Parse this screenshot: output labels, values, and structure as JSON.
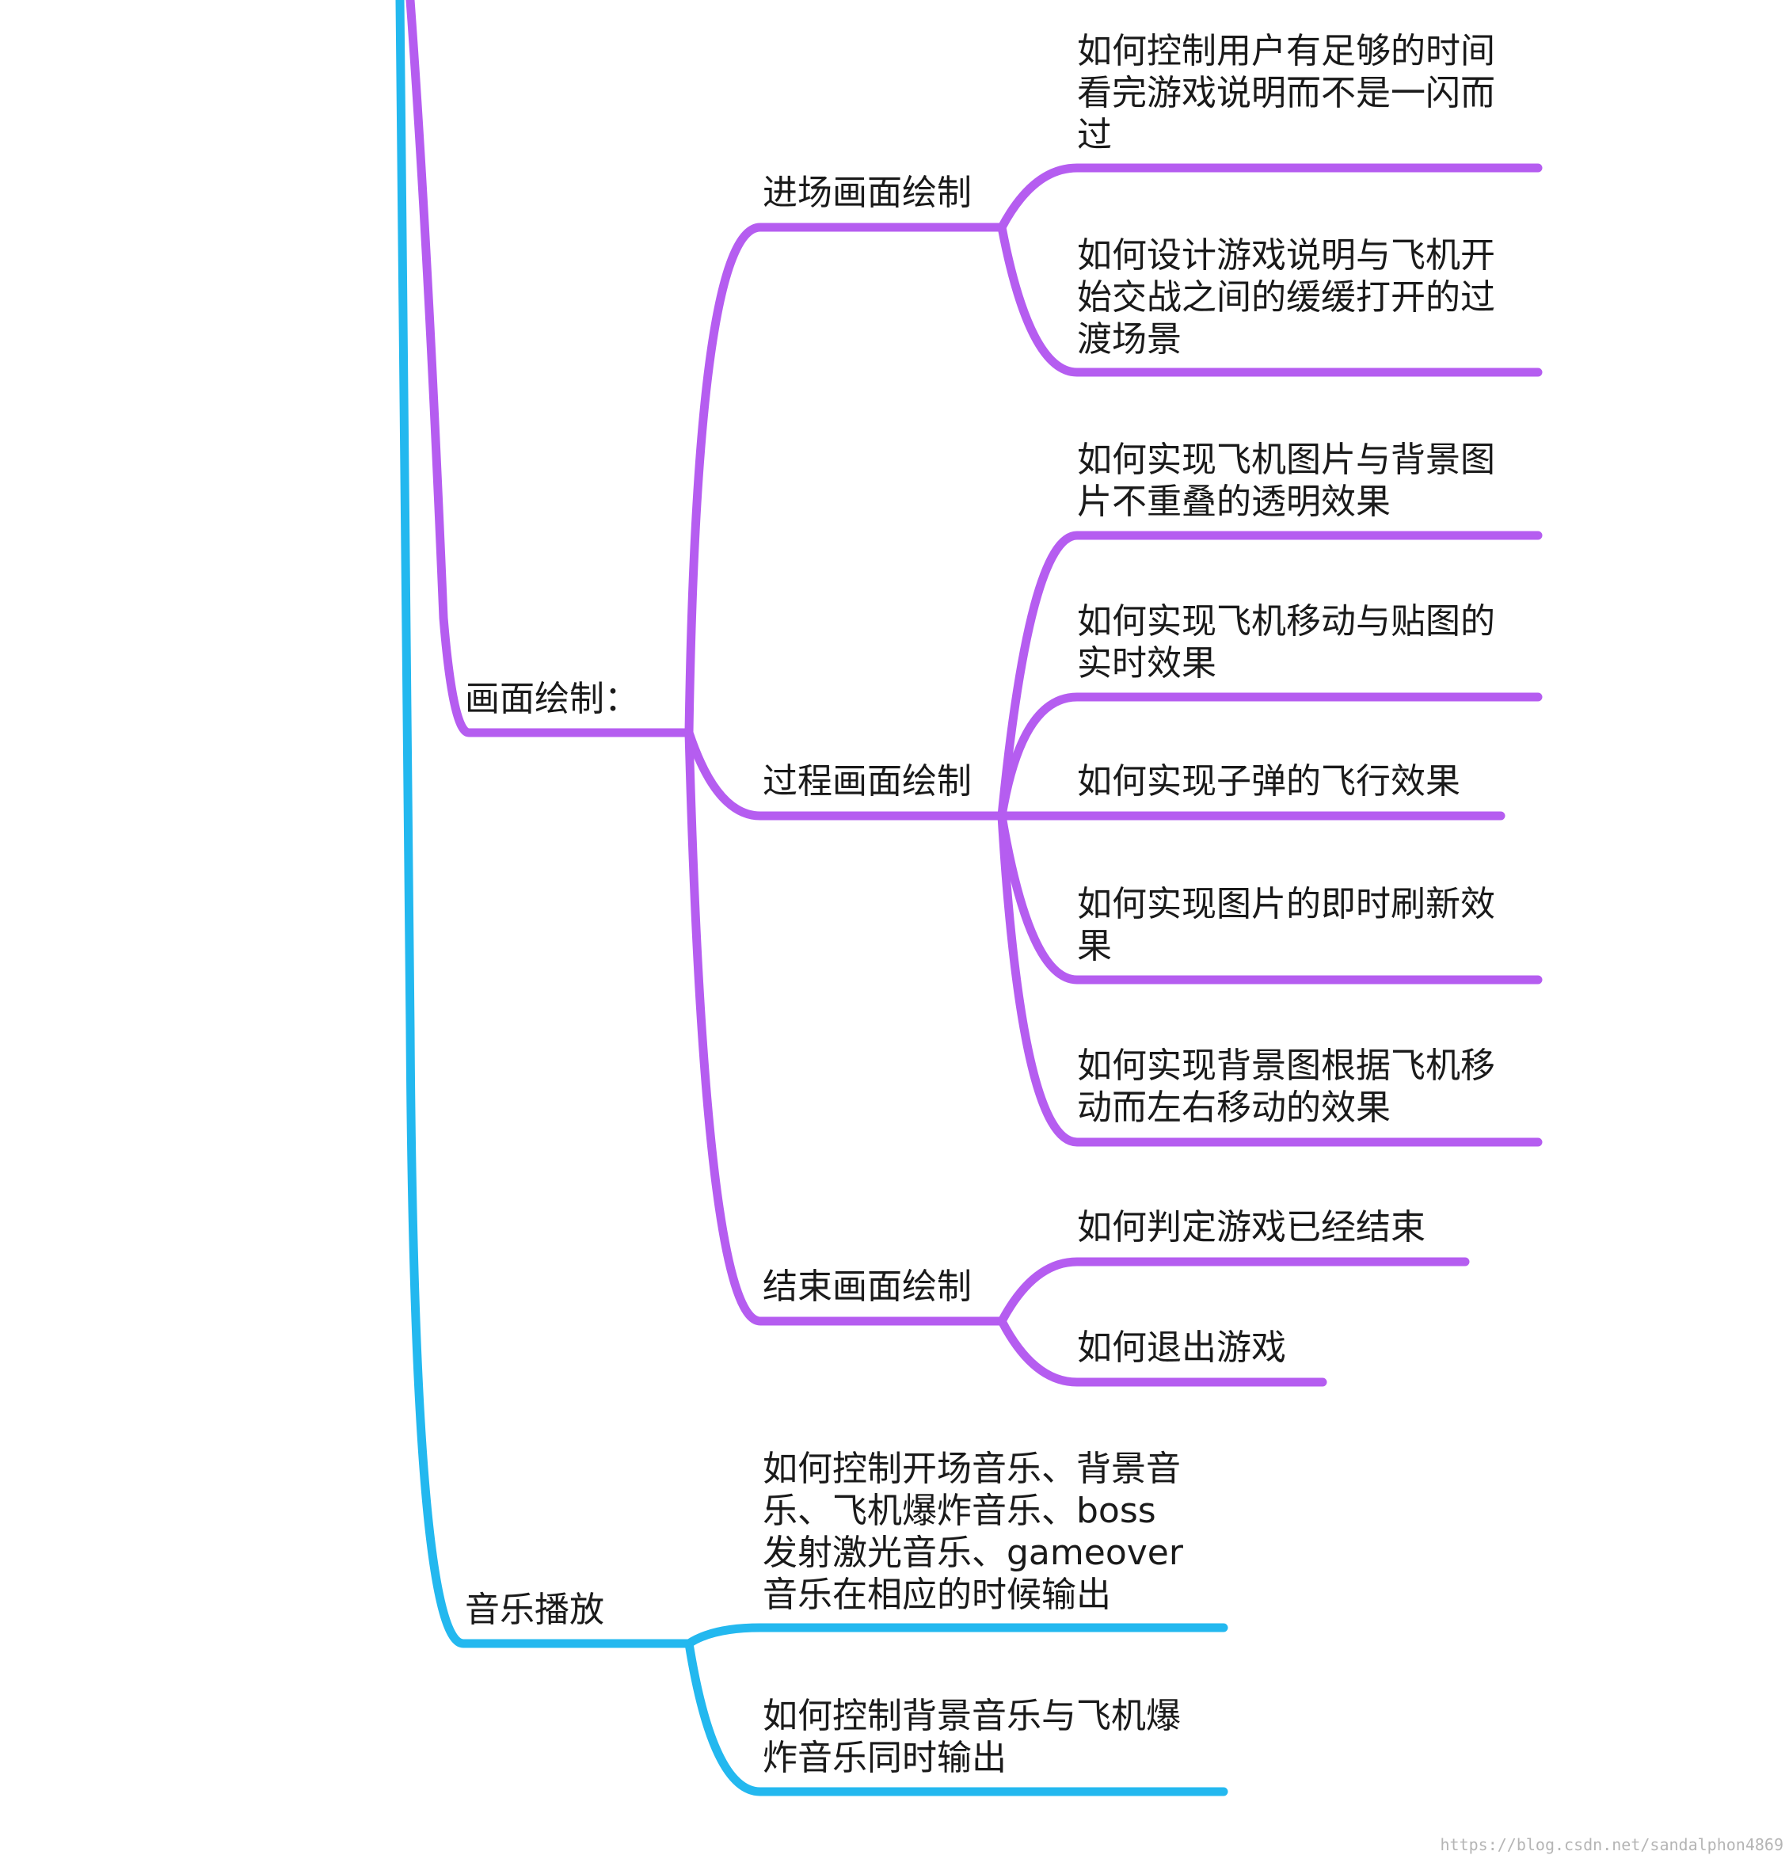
{
  "colors": {
    "purple": "#b55df0",
    "blue": "#23b8ef",
    "text": "#1a1a1a"
  },
  "nodes": {
    "draw_main": "画面绘制：",
    "entry_draw": "进场画面绘制",
    "entry_q1": [
      "如何控制用户有足够的时间",
      "看完游戏说明而不是一闪而",
      "过"
    ],
    "entry_q2": [
      "如何设计游戏说明与飞机开",
      "始交战之间的缓缓打开的过",
      "渡场景"
    ],
    "process_draw": "过程画面绘制",
    "process_q1": [
      "如何实现飞机图片与背景图",
      "片不重叠的透明效果"
    ],
    "process_q2": [
      "如何实现飞机移动与贴图的",
      "实时效果"
    ],
    "process_q3": [
      "如何实现子弹的飞行效果"
    ],
    "process_q4": [
      "如何实现图片的即时刷新效",
      "果"
    ],
    "process_q5": [
      "如何实现背景图根据飞机移",
      "动而左右移动的效果"
    ],
    "end_draw": "结束画面绘制",
    "end_q1": [
      "如何判定游戏已经结束"
    ],
    "end_q2": [
      "如何退出游戏"
    ],
    "music_main": "音乐播放",
    "music_q1": [
      "如何控制开场音乐、背景音",
      "乐、飞机爆炸音乐、boss",
      "发射激光音乐、gameover",
      "音乐在相应的时候输出"
    ],
    "music_q2": [
      "如何控制背景音乐与飞机爆",
      "炸音乐同时输出"
    ]
  },
  "watermark": "https://blog.csdn.net/sandalphon4869"
}
